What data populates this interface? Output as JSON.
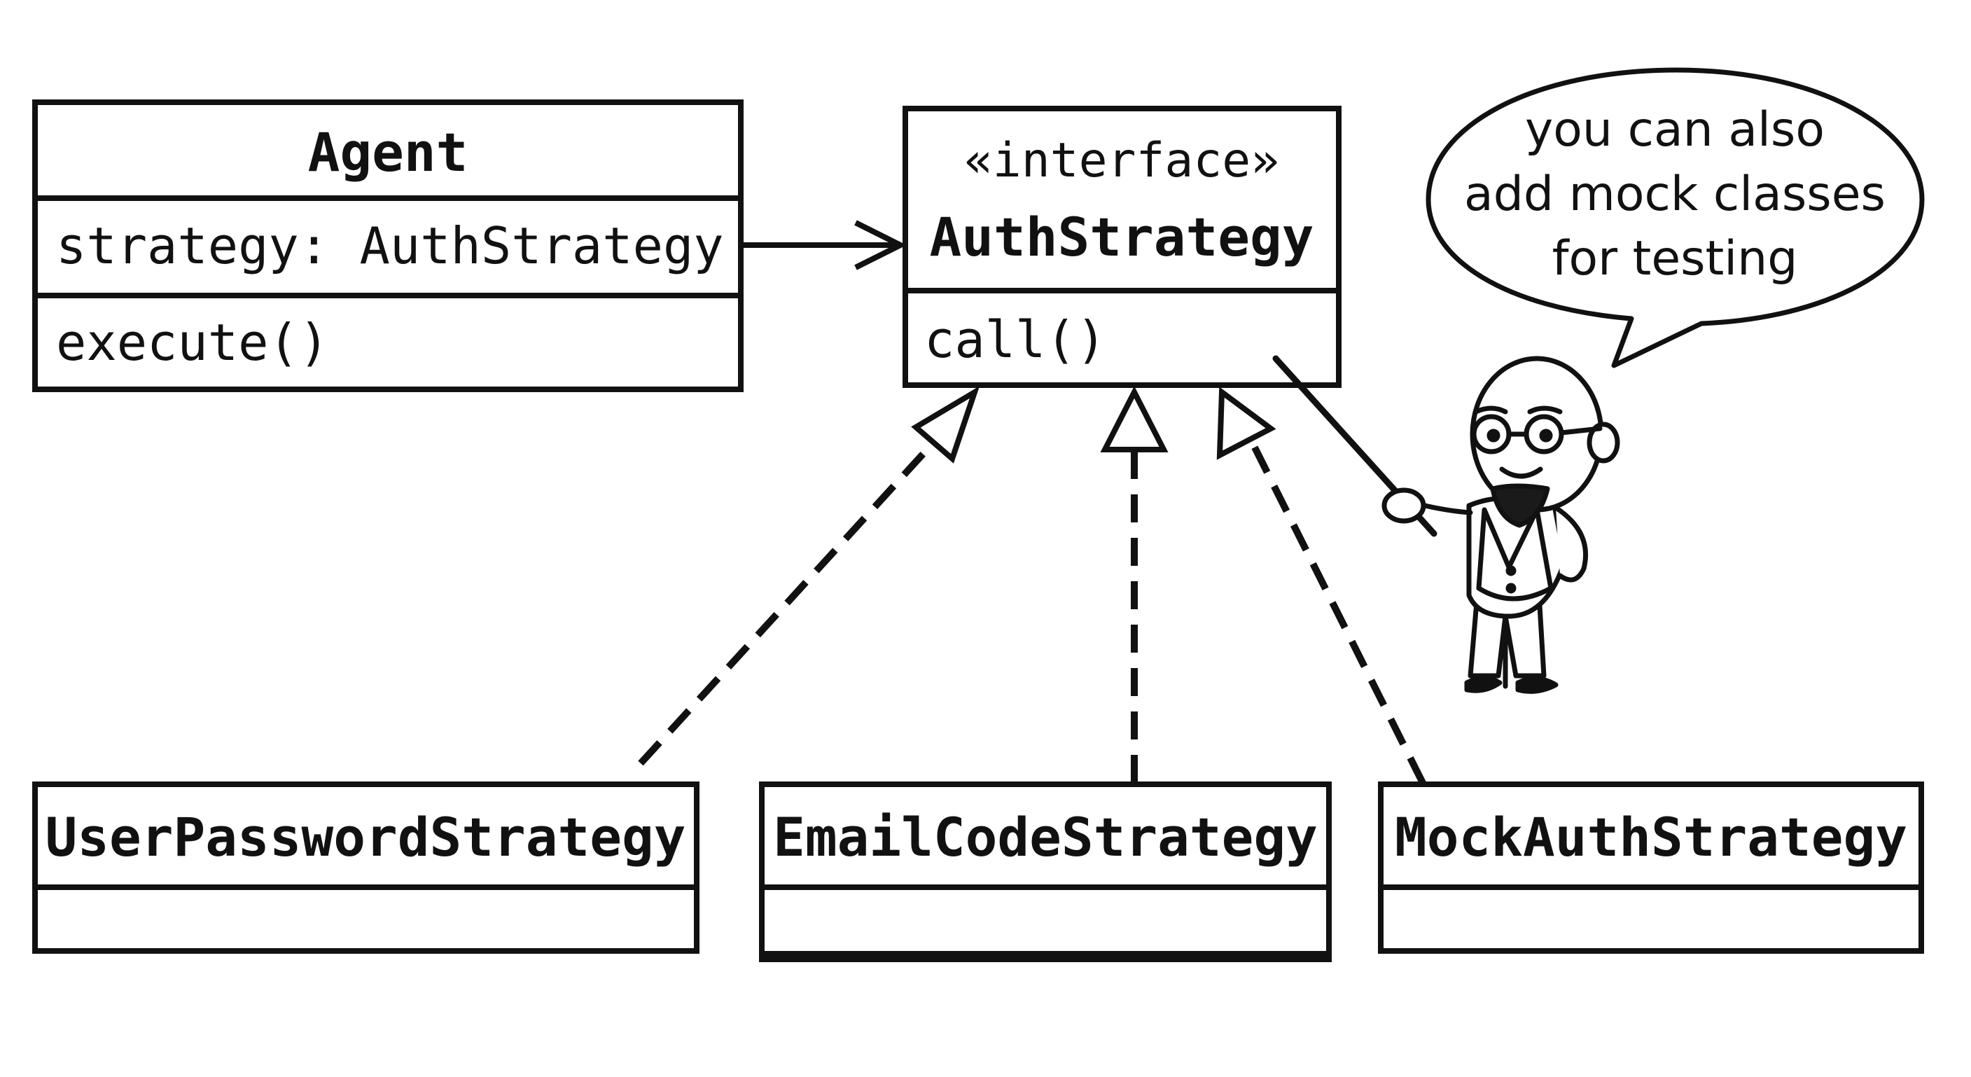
{
  "diagram": {
    "agent": {
      "name": "Agent",
      "attribute": "strategy: AuthStrategy",
      "method": "execute()"
    },
    "interface": {
      "stereotype": "«interface»",
      "name": "AuthStrategy",
      "method": "call()"
    },
    "implementations": [
      {
        "name": "UserPasswordStrategy"
      },
      {
        "name": "EmailCodeStrategy"
      },
      {
        "name": "MockAuthStrategy"
      }
    ],
    "speech_bubble": {
      "lines": [
        "you can also",
        "add mock classes",
        "for testing"
      ]
    },
    "colors": {
      "ink": "#111111",
      "background": "#ffffff",
      "skin": "#f6efe6",
      "beard": "#1a1a1a"
    }
  }
}
